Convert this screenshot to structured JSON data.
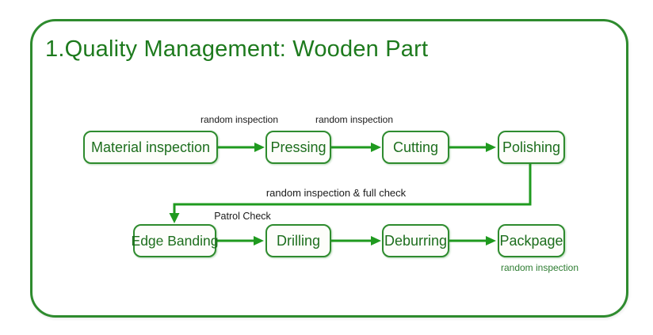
{
  "title": "1.Quality Management: Wooden Part",
  "colors": {
    "frame_border": "#2e8b2e",
    "node_border": "#2e8b2e",
    "node_text": "#1d6e1d",
    "title_text": "#1d7a1d",
    "arrow": "#1f9a1f",
    "annotation_dark": "#1a1a1a",
    "annotation_green": "#2e7d32"
  },
  "diagram": {
    "type": "flowchart",
    "rows": 2
  },
  "nodes": [
    {
      "id": "material-inspection",
      "label": "Material inspection",
      "row": 1
    },
    {
      "id": "pressing",
      "label": "Pressing",
      "row": 1
    },
    {
      "id": "cutting",
      "label": "Cutting",
      "row": 1
    },
    {
      "id": "polishing",
      "label": "Polishing",
      "row": 1
    },
    {
      "id": "edge-banding",
      "label": "Edge Banding",
      "row": 2
    },
    {
      "id": "drilling",
      "label": "Drilling",
      "row": 2
    },
    {
      "id": "deburring",
      "label": "Deburring",
      "row": 2
    },
    {
      "id": "packpage",
      "label": "Packpage",
      "row": 2
    }
  ],
  "edges": [
    {
      "from": "material-inspection",
      "to": "pressing",
      "label": "random inspection"
    },
    {
      "from": "pressing",
      "to": "cutting",
      "label": "random inspection"
    },
    {
      "from": "cutting",
      "to": "polishing",
      "label": ""
    },
    {
      "from": "polishing",
      "to": "edge-banding",
      "label": "random inspection & full check"
    },
    {
      "from": "edge-banding",
      "to": "drilling",
      "label": "Patrol Check"
    },
    {
      "from": "drilling",
      "to": "deburring",
      "label": ""
    },
    {
      "from": "deburring",
      "to": "packpage",
      "label": ""
    }
  ],
  "node_annotations": [
    {
      "node": "packpage",
      "text": "random inspection",
      "position": "below"
    }
  ]
}
